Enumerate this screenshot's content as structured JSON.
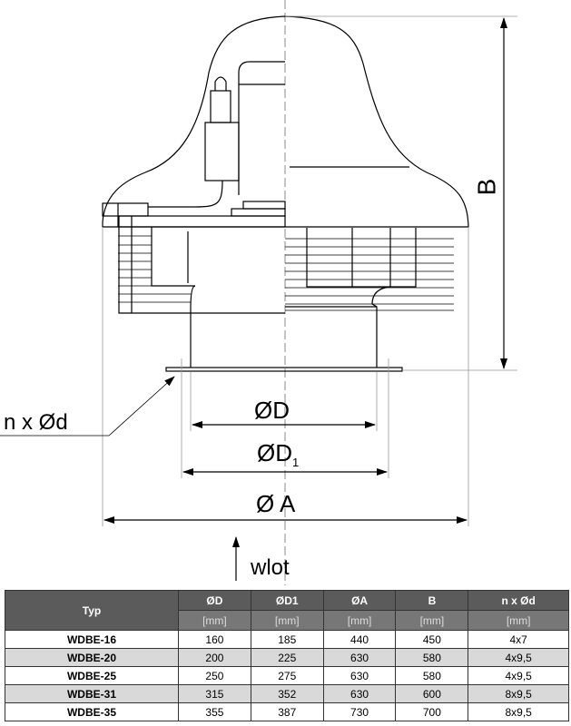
{
  "drawing": {
    "labels": {
      "dim_B": "B",
      "dim_D": "ØD",
      "dim_D1": "ØD",
      "dim_D1_sub": "1",
      "dim_A": "Ø A",
      "holes": "n x Ød",
      "inlet": "wlot"
    }
  },
  "table": {
    "headers": [
      "Typ",
      "ØD",
      "ØD1",
      "ØA",
      "B",
      "n x Ød"
    ],
    "units": [
      "[mm]",
      "[mm]",
      "[mm]",
      "[mm]",
      "[mm]"
    ],
    "rows": [
      [
        "WDBE-16",
        "160",
        "185",
        "440",
        "450",
        "4x7"
      ],
      [
        "WDBE-20",
        "200",
        "225",
        "630",
        "580",
        "4x9,5"
      ],
      [
        "WDBE-25",
        "250",
        "275",
        "630",
        "580",
        "4x9,5"
      ],
      [
        "WDBE-31",
        "315",
        "352",
        "630",
        "600",
        "8x9,5"
      ],
      [
        "WDBE-35",
        "355",
        "387",
        "730",
        "700",
        "8x9,5"
      ]
    ]
  }
}
